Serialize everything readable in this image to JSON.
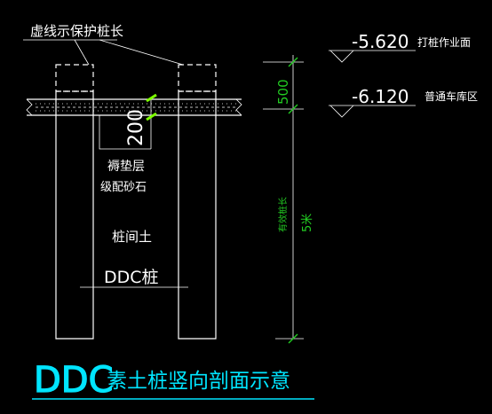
{
  "labels": {
    "dashed_pile_note": "虚线示保护桩长",
    "elev1_value": "-5.620",
    "elev1_text": "打桩作业面",
    "elev2_value": "-6.120",
    "elev2_text": "普通车库区",
    "dim_500": "500",
    "dim_200": "200",
    "cushion_layer": "褥垫层",
    "gravel": "级配砂石",
    "soil_between_piles": "桩间土",
    "ddc_pile": "DDC桩",
    "effective_length_label": "有效桩长",
    "effective_length_value": "5米",
    "title_latin": "DDC",
    "title_cn": "素土桩竖向剖面示意"
  },
  "colors": {
    "background": "#000000",
    "line": "#ffffff",
    "title": "#00e5ff",
    "dimension": "#22cc22",
    "marker": "#7cff00"
  }
}
